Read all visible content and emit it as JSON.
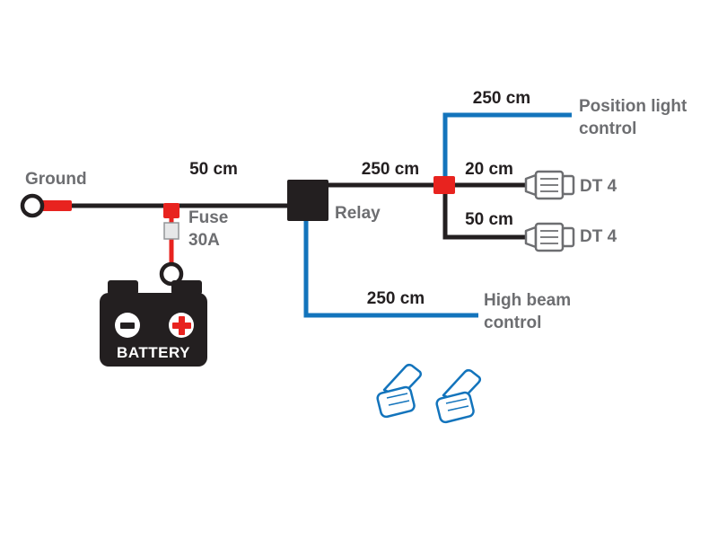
{
  "diagram": {
    "labels": {
      "ground": "Ground",
      "fuse": "Fuse 30A",
      "battery": "BATTERY",
      "relay": "Relay",
      "dt4_top": "DT 4",
      "dt4_bottom": "DT 4",
      "position_light_control": "Position light control",
      "high_beam_control": "High beam control"
    },
    "dimensions": {
      "ground_to_relay": "50 cm",
      "relay_to_splitter": "250 cm",
      "splitter_to_dt4_top": "20 cm",
      "splitter_to_dt4_bottom": "50 cm",
      "position_light_wire": "250 cm",
      "high_beam_wire": "250 cm"
    },
    "colors": {
      "wire_black": "#231f20",
      "wire_blue": "#1374bc",
      "wire_red": "#e8231f",
      "label_gray": "#6d6e71",
      "dimension_black": "#231f20"
    },
    "icons": [
      "ring-terminal-icon",
      "fuse-icon",
      "battery-icon",
      "relay-icon",
      "splitter-icon",
      "dt4-connector-icon",
      "quick-splice-icon"
    ]
  }
}
